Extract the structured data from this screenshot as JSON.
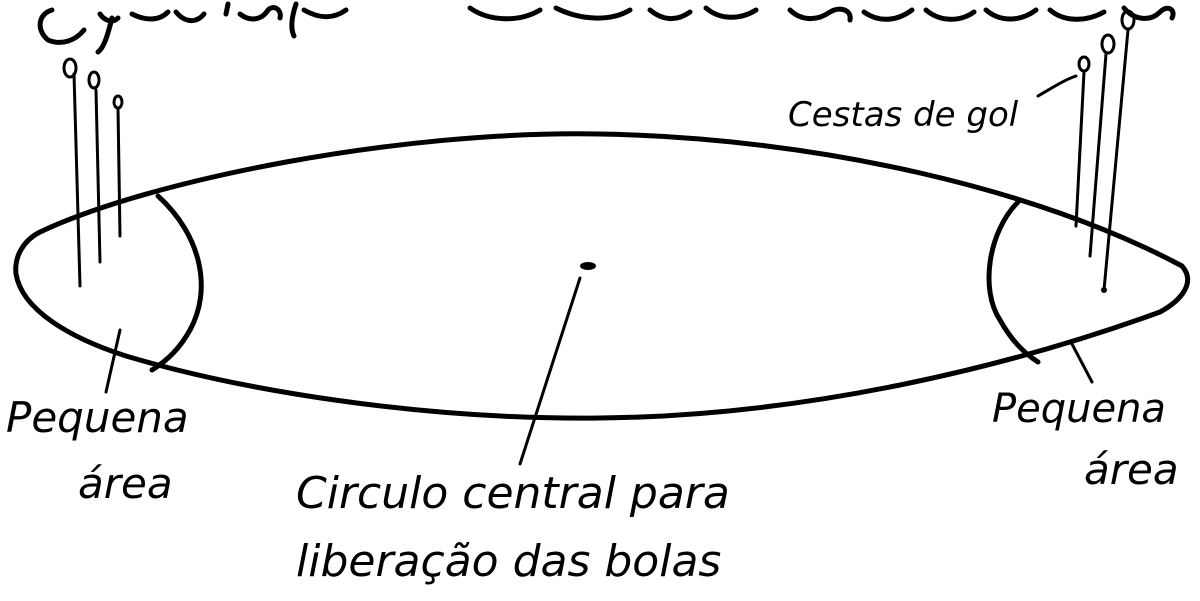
{
  "labels": {
    "goal_baskets": "Cestas de gol",
    "small_area_left_line1": "Pequena",
    "small_area_left_line2": "área",
    "small_area_right_line1": "Pequena",
    "small_area_right_line2": "área",
    "center_circle_line1": "Circulo central para",
    "center_circle_line2": "liberação das bolas"
  },
  "colors": {
    "ink": "#000000",
    "background": "#ffffff"
  }
}
